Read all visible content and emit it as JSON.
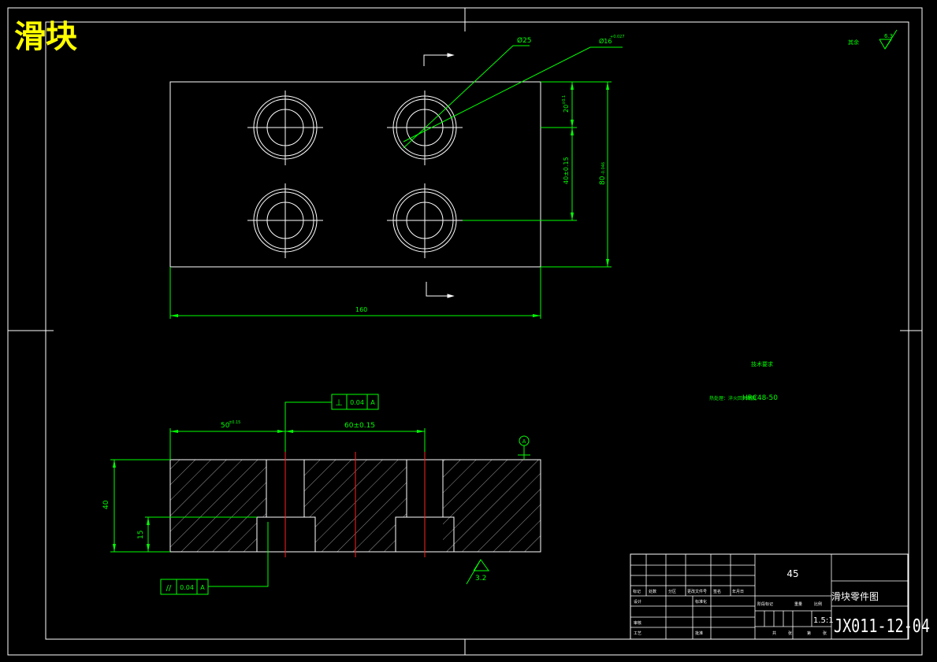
{
  "drawing": {
    "title": "滑块",
    "colors": {
      "background": "#000000",
      "outline": "#ffffff",
      "dimension": "#00ff00",
      "centerline": "#ff0000",
      "title": "#ffff00"
    }
  },
  "top_view": {
    "dim_width": "160",
    "dim_height": "80",
    "dim_height_tol": "-0.046",
    "dim_hole_pitch_v": "40±0.15",
    "dim_edge_offset": "20",
    "dim_edge_offset_tol": "±0.1",
    "dim_cbore_dia": "Ø25",
    "dim_hole_dia": "Ø16",
    "dim_hole_dia_tol": "+0.027"
  },
  "section_view": {
    "dim_left_offset": "50",
    "dim_left_offset_tol": "±0.15",
    "dim_hole_pitch_h": "60±0.15",
    "dim_thickness": "40",
    "dim_cbore_depth": "15",
    "datum_label": "A",
    "perp_symbol": "⊥",
    "perp_value": "0.04",
    "perp_datum": "A",
    "parallel_symbol": "//",
    "parallel_value": "0.04",
    "parallel_datum": "A",
    "roughness_value": "3.2"
  },
  "corner_roughness": {
    "label": "其余",
    "value": "6.3"
  },
  "tech_notes": {
    "heading": "技术要求",
    "line1_prefix": "热处理：淬火回火硬度",
    "line1_value": "HRC48-50"
  },
  "title_block": {
    "material": "45",
    "part_name": "滑块零件图",
    "scale": "1.5:1",
    "drawing_no": "JX011-12-04",
    "row_labels": [
      "标记",
      "处数",
      "分区",
      "更改文件号",
      "签名",
      "年月日"
    ],
    "designer_label": "设计",
    "standard_label": "标准化",
    "review_label": "审核",
    "process_label": "工艺",
    "approve_label": "批准",
    "stage_label": "阶段标记",
    "weight_label": "重量",
    "ratio_label": "比例",
    "sheet_labels": [
      "共",
      "张",
      "第",
      "张"
    ]
  }
}
